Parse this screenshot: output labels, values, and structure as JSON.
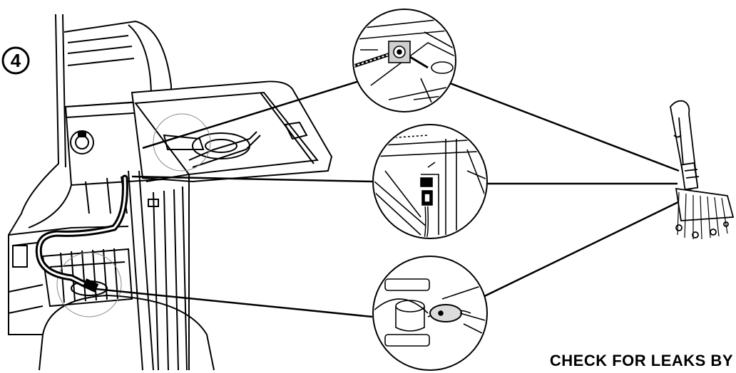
{
  "step_number": "4",
  "caption": "CHECK FOR LEAKS BY",
  "colors": {
    "ink": "#000000",
    "paper": "#ffffff",
    "shade": "#dcdcdc"
  },
  "icons": [
    "brush-icon",
    "grill-illustration",
    "hose-illustration"
  ],
  "detail_callouts": [
    "valve-connection-detail",
    "regulator-fitting-detail",
    "tank-valve-detail"
  ]
}
